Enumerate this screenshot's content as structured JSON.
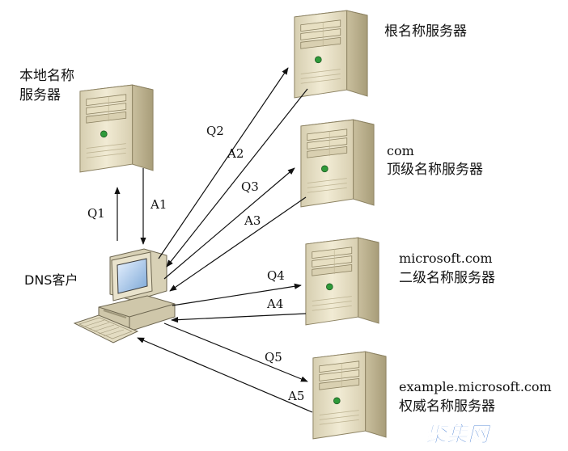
{
  "client": {
    "label": "DNS客户"
  },
  "local_server": {
    "label_line1": "本地名称",
    "label_line2": "服务器"
  },
  "root_server": {
    "label": "根名称服务器"
  },
  "com_server": {
    "label_line1": "com",
    "label_line2": "顶级名称服务器"
  },
  "microsoft_server": {
    "label_line1": "microsoft.com",
    "label_line2": "二级名称服务器"
  },
  "example_server": {
    "label_line1": "example.microsoft.com",
    "label_line2": "权威名称服务器"
  },
  "arrows": {
    "q1": "Q1",
    "a1": "A1",
    "q2": "Q2",
    "a2": "A2",
    "q3": "Q3",
    "a3": "A3",
    "q4": "Q4",
    "a4": "A4",
    "q5": "Q5",
    "a5": "A5"
  },
  "watermark": {
    "text": "聚集网"
  },
  "colors": {
    "server_body": "#e9e1c6",
    "server_dark": "#b8ad8a",
    "arrow": "#111111",
    "watermark": "#1a5fc9"
  },
  "icons": {
    "server": "tower-server-icon",
    "client": "desktop-computer-icon"
  }
}
